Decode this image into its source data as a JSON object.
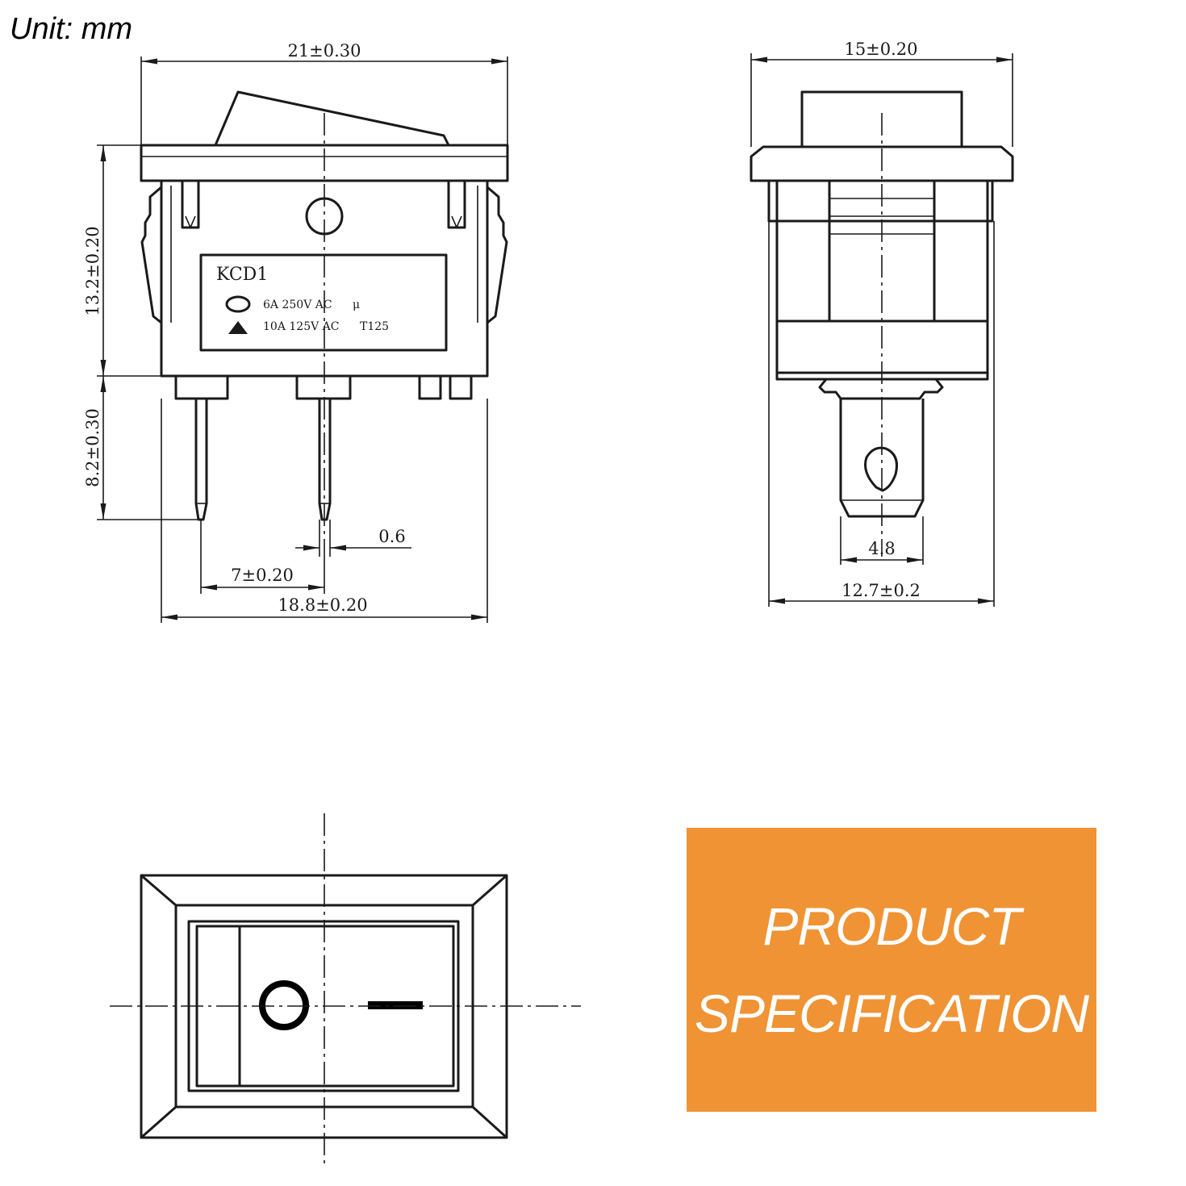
{
  "unit_label": "Unit: mm",
  "side_view": {
    "width_top": "21±0.30",
    "body_height": "13.2±0.20",
    "pin_length": "8.2±0.30",
    "pin_thickness": "0.6",
    "pin_pitch": "7±0.20",
    "body_width": "18.8±0.20",
    "label": {
      "model": "KCD1",
      "rating_1": "6A 250V AC",
      "rating_1_mark": "μ",
      "rating_2": "10A 125V AC",
      "rating_2_mark": "T125"
    }
  },
  "front_view": {
    "width_top": "15±0.20",
    "terminal_width": "4.8",
    "body_width": "12.7±0.2"
  },
  "banner": {
    "line1": "PRODUCT",
    "line2": "SPECIFICATION",
    "color": "#f09334"
  },
  "colors": {
    "line": "#1a1a1a",
    "background": "#ffffff"
  }
}
